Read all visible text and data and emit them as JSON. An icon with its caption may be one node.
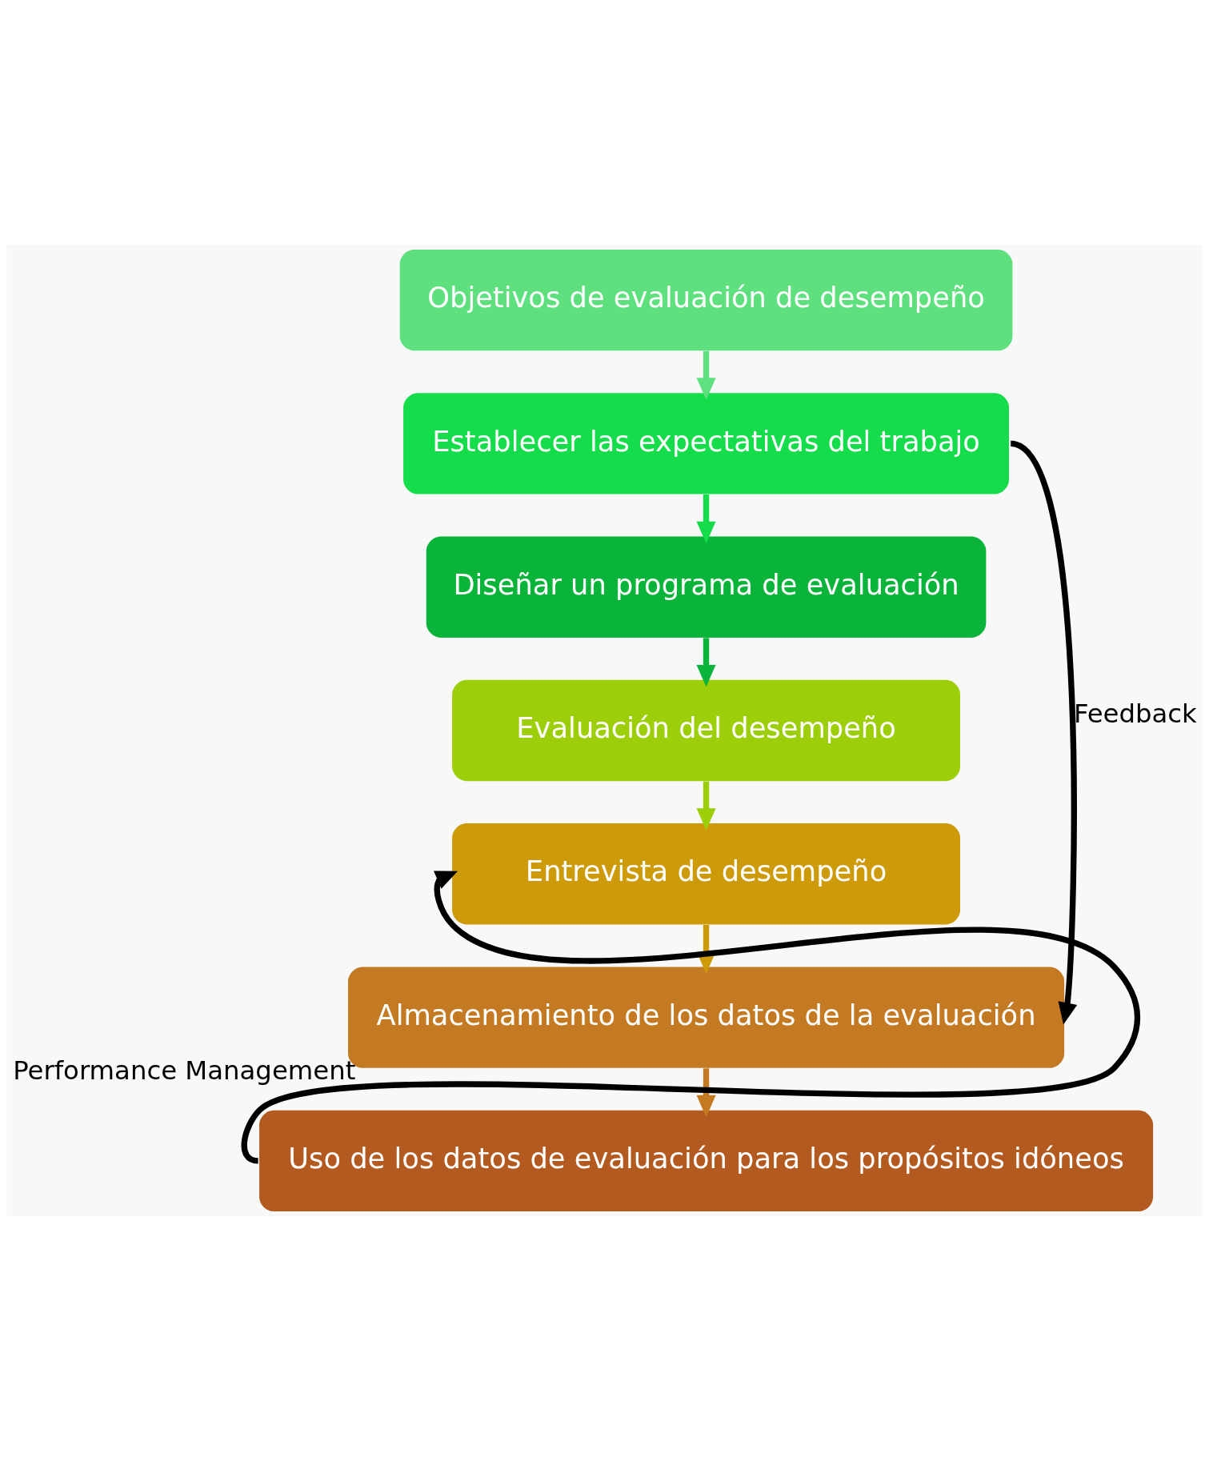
{
  "diagram": {
    "nodes": [
      {
        "text": [
          "Objetivos de evaluación de desempeño"
        ]
      },
      {
        "text": [
          "Establecer las expectativas del trabajo"
        ]
      },
      {
        "text": [
          "Diseñar un programa de evaluación"
        ]
      },
      {
        "text": [
          "Evaluación del desempeño"
        ]
      },
      {
        "text": [
          "Entrevista de desempeño"
        ]
      },
      {
        "text": [
          "Almacenamiento de los datos de la evaluación"
        ]
      },
      {
        "text": [
          "Uso de los datos de evaluación para los propósitos idóneos"
        ]
      }
    ],
    "edges": [
      {
        "from": 0,
        "to": 1,
        "arrow": "to",
        "color": "#5ee07f"
      },
      {
        "from": 1,
        "to": 2,
        "arrow": "to",
        "color": "#14dc4a"
      },
      {
        "from": 2,
        "to": 3,
        "arrow": "to",
        "color": "#0ab43a"
      },
      {
        "from": 3,
        "to": 4,
        "arrow": "to",
        "color": "#9ccf0a"
      },
      {
        "from": 4,
        "to": 5,
        "arrow": "to",
        "color": "#cd9a0a"
      },
      {
        "from": 5,
        "to": 6,
        "arrow": "to",
        "color": "#c47a22"
      },
      {
        "from": 1,
        "to": 5,
        "arrow": "to",
        "label": "Feedback",
        "color": "#000000"
      },
      {
        "from": 6,
        "to": 4,
        "arrow": "to",
        "label": "Performance Management",
        "color": "#000000"
      }
    ]
  }
}
